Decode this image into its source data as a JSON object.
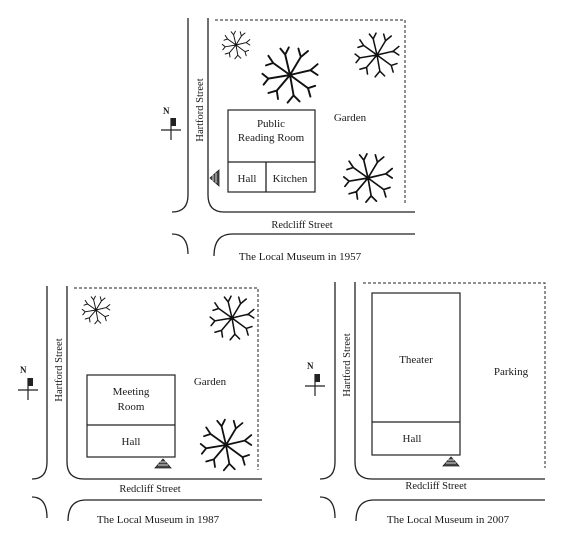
{
  "streets": {
    "vertical": "Hartford Street",
    "horizontal": "Redcliff Street"
  },
  "north_label": "N",
  "maps": [
    {
      "caption": "The Local Museum in 1957",
      "rooms": [
        "Public Reading Room",
        "Hall",
        "Kitchen"
      ],
      "area": "Garden",
      "trees": 4
    },
    {
      "caption": "The Local Museum in 1987",
      "rooms": [
        "Meeting Room",
        "Hall"
      ],
      "area": "Garden",
      "trees": 3
    },
    {
      "caption": "The Local Museum in 2007",
      "rooms": [
        "Theater",
        "Hall"
      ],
      "area": "Parking",
      "trees": 0
    }
  ]
}
